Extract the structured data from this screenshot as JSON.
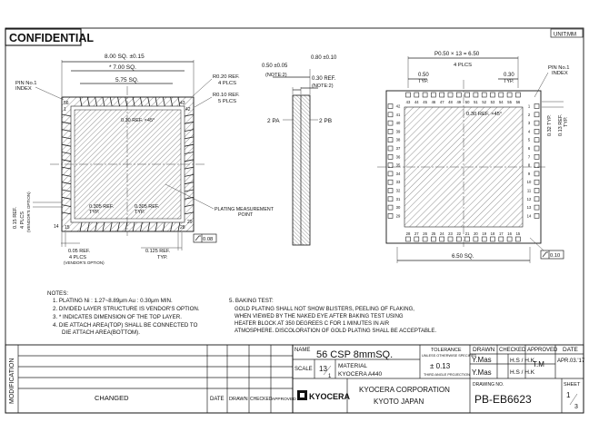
{
  "header": {
    "confidential": "CONFIDENTIAL",
    "unit": "UNIT:MM"
  },
  "top_view": {
    "dim_width": "8.00 SQ. ±0.15",
    "dim_inner": "* 7.00 SQ.",
    "dim_body": "5.75 SQ.",
    "r1": "R0.20 REF.",
    "r1_plcs": "4 PLCS",
    "r2": "R0.10 REF.",
    "r2_plcs": "5 PLCS",
    "pin1_a": "PIN No.1",
    "pin1_b": "INDEX",
    "pin56": "56",
    "pin43": "43",
    "pin42": "42",
    "pin14": "14",
    "pin15": "15",
    "pin28": "28",
    "pin29": "29",
    "pin1": "1",
    "chamfer": "0.30 REF. ×45°",
    "ref_left": "0.305 REF.",
    "ref_right": "0.305 REF.",
    "typ": "TYP.",
    "plating_a": "PLATING MEASUREMENT",
    "plating_b": "POINT",
    "flat_sym": "0.08",
    "side_dim": "0.15 REF.",
    "side_plcs": "4 PLCS",
    "side_opt": "(VENDOR'S OPTION)",
    "b_dim": "0.05 REF.",
    "b_plcs": "4 PLCS",
    "b_opt": "(VENDOR'S OPTION)",
    "lead": "0.125 REF.",
    "lead_typ": "TYP."
  },
  "side_view": {
    "d1": "0.50 ±0.05",
    "d1n": "(NOTE:2)",
    "d2": "0.80 ±0.10",
    "d3": "0.30 REF.",
    "d3n": "(NOTE:2)",
    "pa": "2 PA",
    "pb": "2 PB"
  },
  "bottom_view": {
    "pitch": "P0.50 × 13 = 6.50",
    "pitch_plcs": "4 PLCS",
    "d050": "0.50",
    "d050t": "TYP.",
    "d030": "0.30",
    "d030t": "TYP.",
    "pin1_a": "PIN No.1",
    "pin1_b": "INDEX",
    "chamfer": "0.30 REF. ×45°",
    "r032": "0.32 TYP.",
    "r013": "0.13 REF.",
    "r013t": "TYP.",
    "d650": "6.50 SQ.",
    "flat": "0.10",
    "top_pins": [
      "43",
      "44",
      "45",
      "46",
      "47",
      "48",
      "49",
      "50",
      "51",
      "52",
      "53",
      "54",
      "55",
      "56"
    ],
    "bottom_pins": [
      "28",
      "27",
      "26",
      "25",
      "24",
      "23",
      "22",
      "21",
      "20",
      "19",
      "18",
      "17",
      "16",
      "15"
    ],
    "left_pins": [
      "42",
      "41",
      "40",
      "39",
      "38",
      "37",
      "36",
      "35",
      "34",
      "33",
      "32",
      "31",
      "30",
      "29"
    ],
    "right_pins": [
      "1",
      "2",
      "3",
      "4",
      "5",
      "6",
      "7",
      "8",
      "9",
      "10",
      "11",
      "12",
      "13",
      "14"
    ]
  },
  "notes": {
    "title": "NOTES:",
    "n1": "1. PLATING   Ni : 1.27~8.89μm   Au : 0.30μm MIN.",
    "n2": "2. DIVIDED LAYER STRUCTURE IS VENDOR'S OPTION.",
    "n3": "3. * INDICATES DIMENSION OF THE TOP LAYER.",
    "n4a": "4. DIE ATTACH AREA(TOP) SHALL BE CONNECTED TO",
    "n4b": "DIE ATTACH AREA(BOTTOM).",
    "n5": "5. BAKING TEST:",
    "n5a": "GOLD PLATING SHALL NOT SHOW BLISTERS, PEELING OF FLAKING,",
    "n5b": "WHEN VIEWED BY THE NAKED EYE AFTER BAKING TEST USING",
    "n5c": "HEATER BLOCK AT 350 DEGREES C FOR 1 MINUTES IN AIR",
    "n5d": "ATMOSPHERE. DISCOLORATION OF GOLD PLATING SHALL BE ACCEPTABLE."
  },
  "title_block": {
    "modification": "MODIFICATION",
    "changed": "CHANGED",
    "date": "DATE",
    "drawn": "DRAWN",
    "checked": "CHECKED",
    "approved": "APPROVED",
    "name_lbl": "NAME",
    "name_val": "56 CSP 8mmSQ.",
    "scale_lbl": "SCALE",
    "scale_num": "13",
    "scale_den": "1",
    "material_lbl": "MATERIAL",
    "material_val": "KYOCERA A440",
    "tol_lbl": "TOLERANCE",
    "tol_sub": "UNLESS OTHERWISE SPECIFIED",
    "tol_val": "± 0.13",
    "proj": "THIRD ANGLE PROJECTION",
    "h_drawn": "DRAWN",
    "h_checked": "CHECKED",
    "h_approved": "APPROVED",
    "h_date": "DATE",
    "drawn_by": "Y.Mas",
    "checked_by": "H.S / H.K",
    "approved_by": "T.M",
    "date_val": "APR.03.'17",
    "drawn_by2": "Y.Mas",
    "checked_by2": "H.S / H.K",
    "approved_by2": "T.M",
    "company": "KYOCERA CORPORATION",
    "city": "KYOTO JAPAN",
    "logo": "KYOCERA",
    "dwg_lbl": "DRAWING NO.",
    "dwg_no": "PB-EB6623",
    "sheet_lbl": "SHEET",
    "sheet_num": "1",
    "sheet_den": "3"
  }
}
